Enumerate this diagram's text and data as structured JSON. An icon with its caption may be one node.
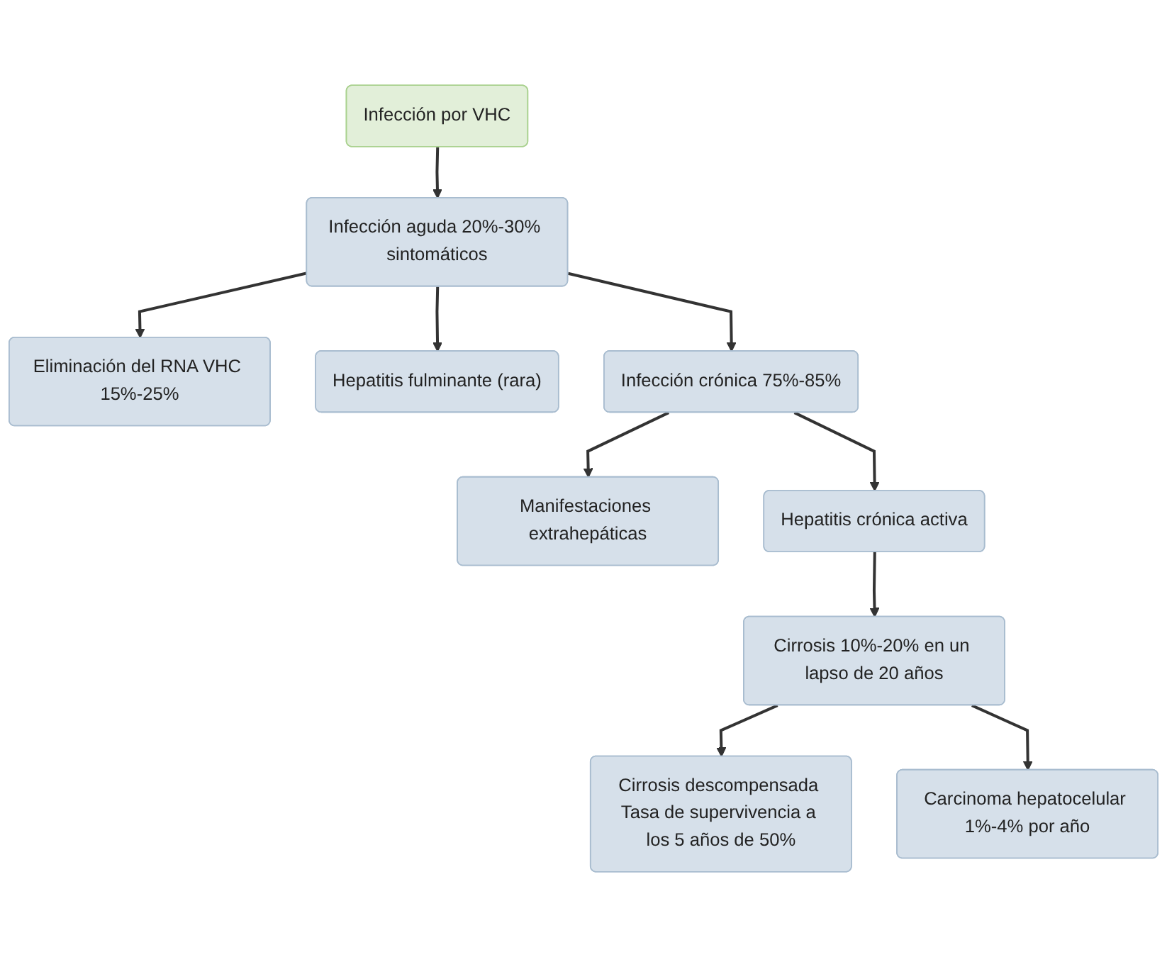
{
  "diagram": {
    "nodes": [
      {
        "text": [
          "Infección por VHC"
        ]
      },
      {
        "text": [
          "Infección aguda 20%-30% sintomáticos"
        ]
      },
      {
        "text": [
          "Eliminación del RNA VHC 15%-25%"
        ]
      },
      {
        "text": [
          "Hepatitis fulminante (rara)"
        ]
      },
      {
        "text": [
          "Infección crónica 75%-85%"
        ]
      },
      {
        "text": [
          "Manifestaciones extrahepáticas"
        ]
      },
      {
        "text": [
          "Hepatitis crónica activa"
        ]
      },
      {
        "text": [
          "Cirrosis 10%-20% en un lapso de 20 años"
        ]
      },
      {
        "text": [
          "Cirrosis descompensada Tasa de supervivencia a los 5 años de 50%"
        ]
      },
      {
        "text": [
          "Carcinoma hepatocelular 1%-4% por año"
        ]
      }
    ],
    "edges": [
      {
        "from": 0,
        "to": 1,
        "arrow": "to"
      },
      {
        "from": 1,
        "to": 2,
        "arrow": "to"
      },
      {
        "from": 1,
        "to": 3,
        "arrow": "to"
      },
      {
        "from": 1,
        "to": 4,
        "arrow": "to"
      },
      {
        "from": 4,
        "to": 5,
        "arrow": "to"
      },
      {
        "from": 4,
        "to": 6,
        "arrow": "to"
      },
      {
        "from": 6,
        "to": 7,
        "arrow": "to"
      },
      {
        "from": 7,
        "to": 8,
        "arrow": "to"
      },
      {
        "from": 7,
        "to": 9,
        "arrow": "to"
      }
    ]
  }
}
